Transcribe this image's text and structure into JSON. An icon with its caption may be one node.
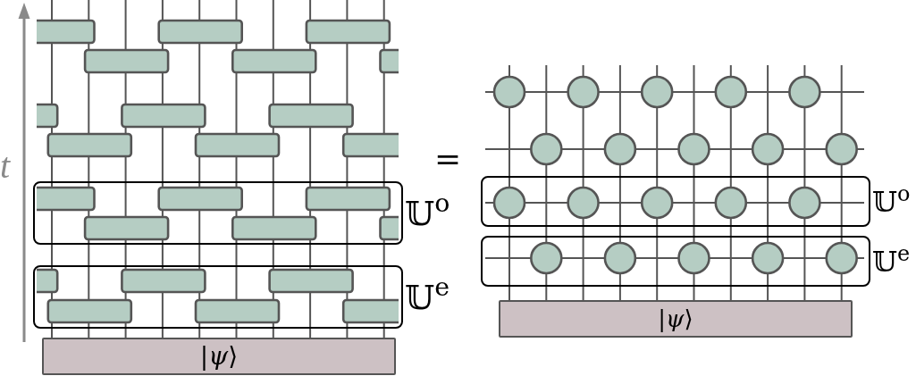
{
  "diagram": {
    "nodes": [
      {
        "text": [
          "𝕌$^{o}$"
        ]
      },
      {
        "text": [
          "𝕌$^{e}$"
        ]
      },
      {
        "text": [
          "|*ψ*⟩"
        ]
      },
      {
        "text": [
          "𝕌$^{o}$"
        ]
      },
      {
        "text": [
          "𝕌$^{e}$"
        ]
      },
      {
        "text": [
          "|*ψ*⟩"
        ]
      }
    ],
    "labels": [
      "t",
      "="
    ]
  }
}
